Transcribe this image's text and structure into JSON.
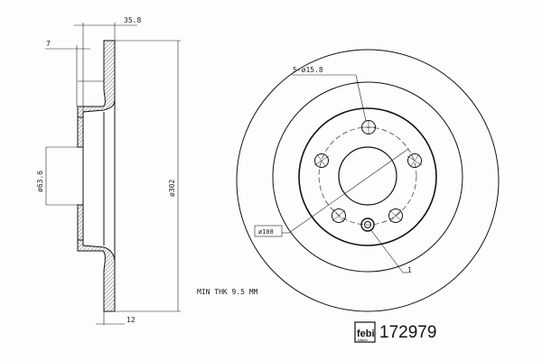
{
  "side_view": {
    "dim_width": "35.8",
    "dim_offset": "7",
    "dim_hub_bore": "ø63.6",
    "dim_diameter": "ø302",
    "dim_thickness": "12"
  },
  "front_view": {
    "bolt_holes": "5-ø15.8",
    "bolt_circle": "ø108",
    "item_marker": "1"
  },
  "note": "MIN THK 9.5 MM",
  "brand": {
    "logo_text": "febi",
    "logo_subtext": "bilstein",
    "part_number": "172979"
  }
}
